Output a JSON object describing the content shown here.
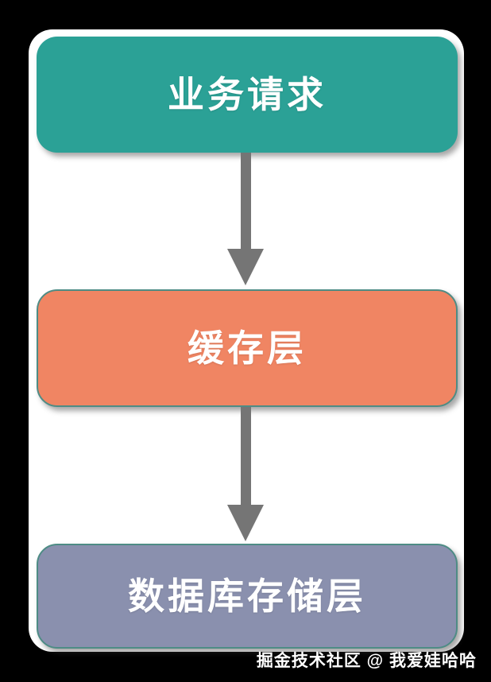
{
  "page": {
    "background": "#000000",
    "card_background": "#ffffff"
  },
  "diagram": {
    "text_color": "#ffffff",
    "nodes": [
      {
        "id": "business-request",
        "label": "业务请求",
        "fill": "#2ba196",
        "border": "#2ba196"
      },
      {
        "id": "cache-layer",
        "label": "缓存层",
        "fill": "#f08563",
        "border": "#4e8c85"
      },
      {
        "id": "database-storage-layer",
        "label": "数据库存储层",
        "fill": "#8a90ae",
        "border": "#4e8c85"
      }
    ],
    "edges": [
      {
        "from": "business-request",
        "to": "cache-layer",
        "direction": "down",
        "color": "#757575"
      },
      {
        "from": "cache-layer",
        "to": "database-storage-layer",
        "direction": "down",
        "color": "#757575"
      }
    ]
  },
  "watermark": {
    "text": "掘金技术社区 @ 我爱娃哈哈",
    "color": "#ffffff"
  }
}
